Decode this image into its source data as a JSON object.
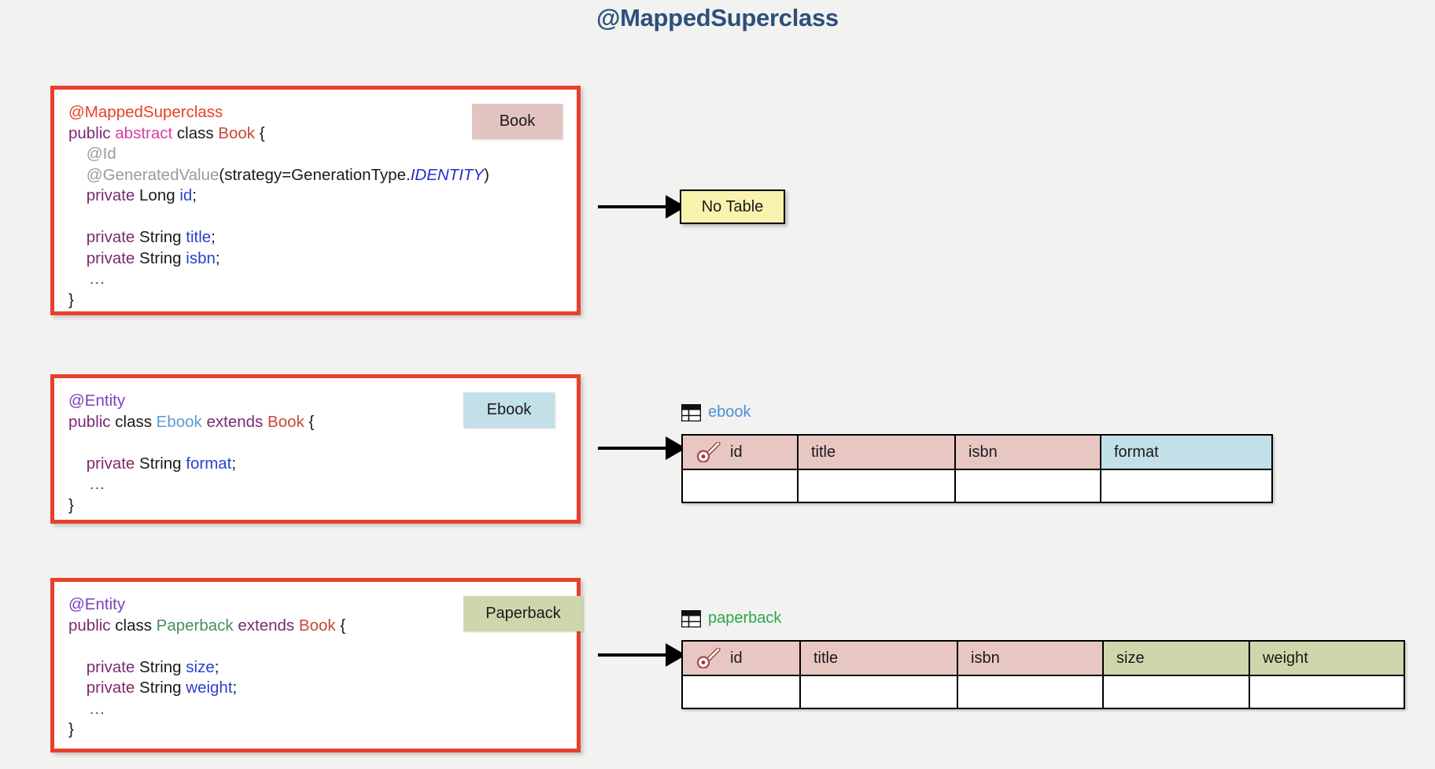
{
  "page": {
    "title": "@MappedSuperclass",
    "background_color": "#f2f2f1",
    "title_color": "#2d4f7c"
  },
  "colors": {
    "code_border": "#e8402a",
    "badge_book": "#e3c4c0",
    "badge_ebook": "#c3dfe8",
    "badge_paperback": "#cdd7ab",
    "column_inherited": "#e8c7c3",
    "column_ebook_own": "#c3dfe8",
    "column_paperback_own": "#cdd7ab",
    "no_table_fill": "#f8f3ae"
  },
  "blocks": [
    {
      "id": "book",
      "badge": "Book",
      "lines": [
        [
          {
            "t": "@MappedSuperclass",
            "c": "c-ann"
          }
        ],
        [
          {
            "t": "public ",
            "c": "c-kw"
          },
          {
            "t": "abstract ",
            "c": "c-kw2"
          },
          {
            "t": "class ",
            "c": "c-type"
          },
          {
            "t": "Book",
            "c": "c-book"
          },
          {
            "t": " {",
            "c": "c-plain"
          }
        ],
        [
          {
            "t": "    @Id",
            "c": "c-ann-gray"
          }
        ],
        [
          {
            "t": "    @GeneratedValue",
            "c": "c-ann-gray"
          },
          {
            "t": "(strategy=GenerationType.",
            "c": "c-plain"
          },
          {
            "t": "IDENTITY",
            "c": "c-ident"
          },
          {
            "t": ")",
            "c": "c-plain"
          }
        ],
        [
          {
            "t": "    private ",
            "c": "c-kw"
          },
          {
            "t": "Long ",
            "c": "c-type"
          },
          {
            "t": "id",
            "c": "c-field"
          },
          {
            "t": ";",
            "c": "c-plain"
          }
        ],
        [],
        [
          {
            "t": "    private ",
            "c": "c-kw"
          },
          {
            "t": "String ",
            "c": "c-type"
          },
          {
            "t": "title",
            "c": "c-field"
          },
          {
            "t": ";",
            "c": "c-plain"
          }
        ],
        [
          {
            "t": "    private ",
            "c": "c-kw"
          },
          {
            "t": "String ",
            "c": "c-type"
          },
          {
            "t": "isbn",
            "c": "c-field"
          },
          {
            "t": ";",
            "c": "c-plain"
          }
        ],
        [
          {
            "t": "    ...",
            "c": "c-dots"
          }
        ],
        [
          {
            "t": "}",
            "c": "c-plain"
          }
        ]
      ]
    },
    {
      "id": "ebook",
      "badge": "Ebook",
      "lines": [
        [
          {
            "t": "@Entity",
            "c": "c-ann-pur"
          }
        ],
        [
          {
            "t": "public ",
            "c": "c-kw"
          },
          {
            "t": "class ",
            "c": "c-type"
          },
          {
            "t": "Ebook",
            "c": "c-ebook"
          },
          {
            "t": " extends ",
            "c": "c-kw"
          },
          {
            "t": "Book",
            "c": "c-book"
          },
          {
            "t": " {",
            "c": "c-plain"
          }
        ],
        [],
        [
          {
            "t": "    private ",
            "c": "c-kw"
          },
          {
            "t": "String ",
            "c": "c-type"
          },
          {
            "t": "format",
            "c": "c-field"
          },
          {
            "t": ";",
            "c": "c-plain"
          }
        ],
        [
          {
            "t": "    ...",
            "c": "c-dots"
          }
        ],
        [
          {
            "t": "}",
            "c": "c-plain"
          }
        ]
      ]
    },
    {
      "id": "paperback",
      "badge": "Paperback",
      "lines": [
        [
          {
            "t": "@Entity",
            "c": "c-ann-pur"
          }
        ],
        [
          {
            "t": "public ",
            "c": "c-kw"
          },
          {
            "t": "class ",
            "c": "c-type"
          },
          {
            "t": "Paperback",
            "c": "c-paper"
          },
          {
            "t": " extends ",
            "c": "c-kw"
          },
          {
            "t": "Book",
            "c": "c-book"
          },
          {
            "t": " {",
            "c": "c-plain"
          }
        ],
        [],
        [
          {
            "t": "    private ",
            "c": "c-kw"
          },
          {
            "t": "String ",
            "c": "c-type"
          },
          {
            "t": "size",
            "c": "c-field"
          },
          {
            "t": ";",
            "c": "c-plain"
          }
        ],
        [
          {
            "t": "    private ",
            "c": "c-kw"
          },
          {
            "t": "String ",
            "c": "c-type"
          },
          {
            "t": "weight",
            "c": "c-field"
          },
          {
            "t": ";",
            "c": "c-plain"
          }
        ],
        [
          {
            "t": "    ...",
            "c": "c-dots"
          }
        ],
        [
          {
            "t": "}",
            "c": "c-plain"
          }
        ]
      ]
    }
  ],
  "no_table": {
    "label": "No Table"
  },
  "tables": [
    {
      "id": "ebook",
      "caption": "ebook",
      "columns": [
        {
          "label": "id",
          "key": true,
          "fill": "pink"
        },
        {
          "label": "title",
          "key": false,
          "fill": "pink"
        },
        {
          "label": "isbn",
          "key": false,
          "fill": "pink"
        },
        {
          "label": "format",
          "key": false,
          "fill": "blue"
        }
      ],
      "empty_row": true
    },
    {
      "id": "paperback",
      "caption": "paperback",
      "columns": [
        {
          "label": "id",
          "key": true,
          "fill": "pink"
        },
        {
          "label": "title",
          "key": false,
          "fill": "pink"
        },
        {
          "label": "isbn",
          "key": false,
          "fill": "pink"
        },
        {
          "label": "size",
          "key": false,
          "fill": "green"
        },
        {
          "label": "weight",
          "key": false,
          "fill": "green"
        }
      ],
      "empty_row": true
    }
  ]
}
